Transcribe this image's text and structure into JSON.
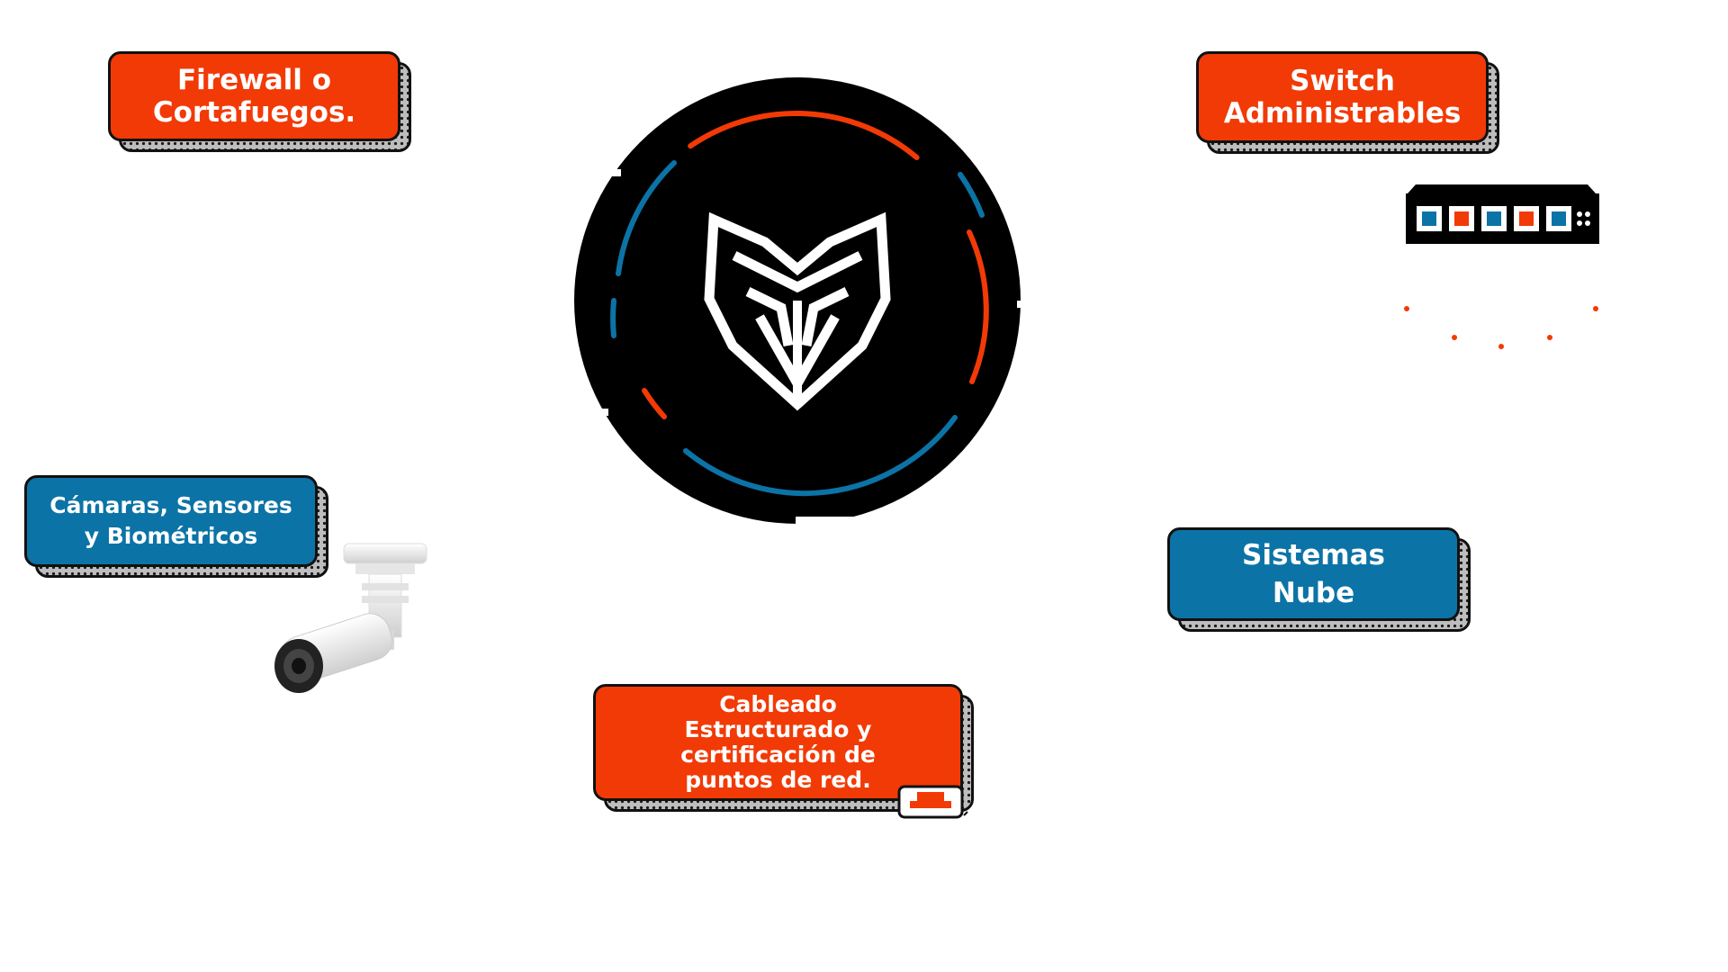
{
  "nodes": {
    "firewall": {
      "line1": "Firewall o",
      "line2": "Cortafuegos."
    },
    "switch": {
      "line1": "Switch",
      "line2": "Administrables"
    },
    "cameras": {
      "line1": "Cámaras, Sensores",
      "line2": "y Biométricos"
    },
    "cloud": {
      "line1": "Sistemas",
      "line2": "Nube"
    },
    "cabling": {
      "line1": "Cableado",
      "line2": "Estructurado y",
      "line3": "certificación de",
      "line4": "puntos de red."
    }
  },
  "colors": {
    "orange": "#f23a06",
    "blue": "#0c73a6",
    "black": "#000000",
    "white": "#ffffff"
  },
  "icons": {
    "center": "shield-wolf-logo-icon",
    "switch": "network-switch-icon",
    "camera": "security-camera-icon",
    "port": "network-port-icon"
  }
}
